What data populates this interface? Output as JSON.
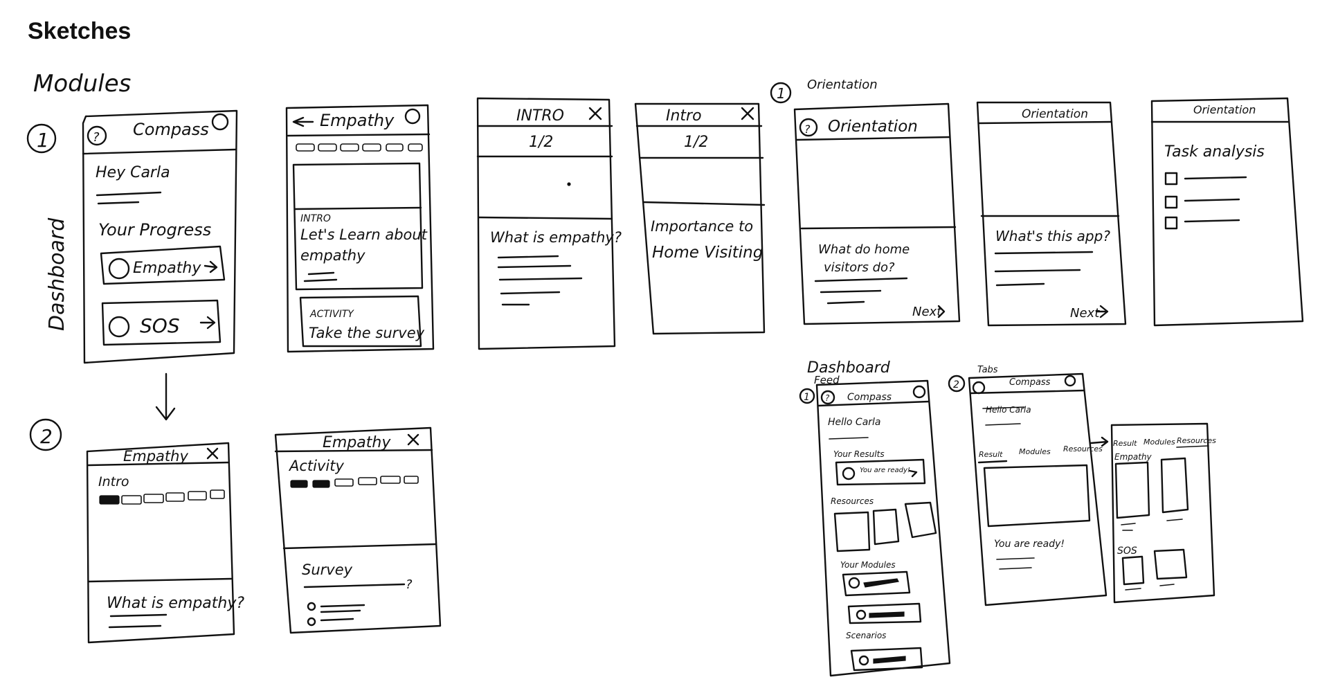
{
  "page": {
    "title": "Sketches"
  },
  "headings": {
    "modules": "Modules",
    "dashboard_vertical": "Dashboard",
    "orientation": "Orientation",
    "dashboard_feed": "Dashboard\nFeed",
    "tabs": "Tabs"
  },
  "step_numbers": {
    "one": "1",
    "two": "2"
  },
  "dashboard_screen": {
    "title": "Compass",
    "greeting": "Hey Carla",
    "progress_label": "Your Progress",
    "items": [
      "Empathy",
      "SOS"
    ]
  },
  "empathy_screen": {
    "title": "Empathy",
    "intro_label": "INTRO",
    "intro_text": "Let's Learn about empathy",
    "activity_label": "ACTIVITY",
    "activity_text": "Take the survey"
  },
  "intro_screen_1": {
    "title": "INTRO",
    "counter": "1/2",
    "question": "What is empathy?"
  },
  "intro_screen_2": {
    "title": "Intro",
    "counter": "1/2",
    "text": "Importance to Home Visiting"
  },
  "empathy_intro_screen": {
    "title": "Empathy",
    "section": "Intro",
    "question": "What is empathy?"
  },
  "empathy_activity_screen": {
    "title": "Empathy",
    "section": "Activity",
    "survey": "Survey"
  },
  "orientation_1": {
    "title": "Orientation",
    "question": "What do home visitors do?",
    "next": "Next"
  },
  "orientation_2": {
    "title": "Orientation",
    "question": "What's this app?",
    "next": "Next"
  },
  "orientation_3": {
    "title": "Orientation",
    "heading": "Task analysis"
  },
  "feed_screen": {
    "title": "Compass",
    "greeting": "Hello Carla",
    "results_label": "Your Results",
    "results_card": "You are ready!",
    "resources_label": "Resources",
    "modules_label": "Your Modules",
    "scenarios_label": "Scenarios"
  },
  "tabs_screen": {
    "title": "Compass",
    "greeting": "Hello Carla",
    "tabs": [
      "Result",
      "Modules",
      "Resources"
    ],
    "message": "You are ready!"
  },
  "tabs_screen_2": {
    "tabs": [
      "Result",
      "Modules",
      "Resources"
    ],
    "section_1": "Empathy",
    "section_2": "SOS"
  },
  "icons": {
    "close": "close-icon",
    "help": "help-icon",
    "back": "back-arrow-icon",
    "avatar": "avatar-icon",
    "arrow": "arrow-right-icon"
  }
}
